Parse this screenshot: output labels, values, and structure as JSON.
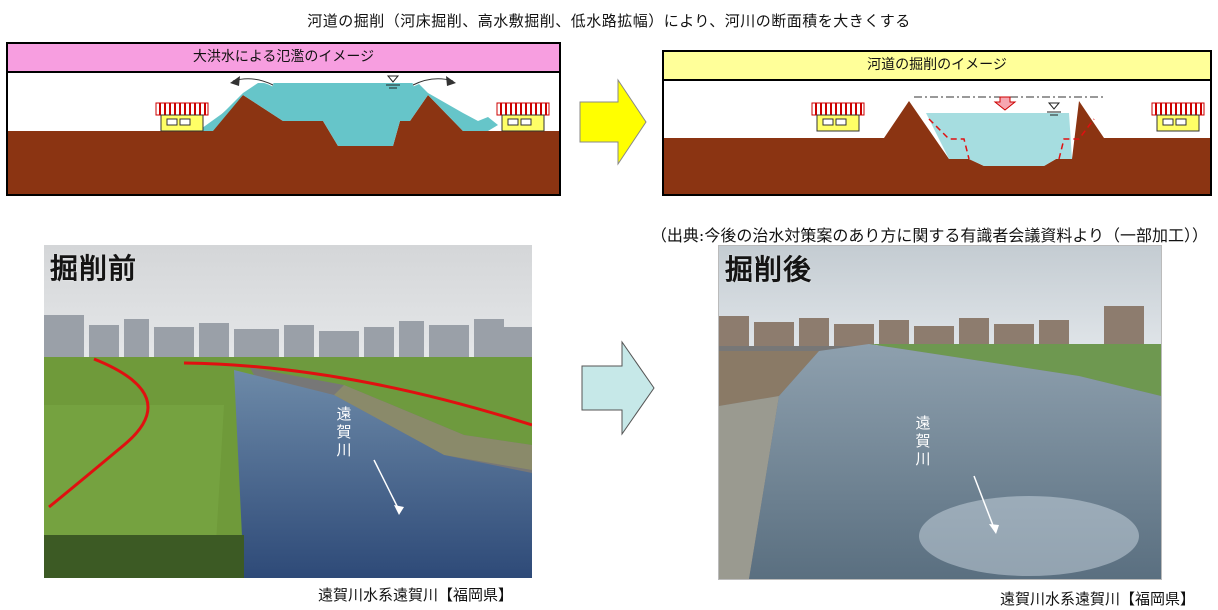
{
  "headline": "河道の掘削（河床掘削、高水敷掘削、低水路拡幅）により、河川の断面積を大きくする",
  "panels": {
    "left": {
      "title": "大洪水による氾濫のイメージ",
      "title_bg": "#f79ee0"
    },
    "right": {
      "title": "河道の掘削のイメージ",
      "title_bg": "#ffff99"
    }
  },
  "source_note": "（出典:今後の治水対策案のあり方に関する有識者会議資料より（一部加工））",
  "photos": {
    "before": {
      "label": "掘削前",
      "river_chars": [
        "遠",
        "賀",
        "川"
      ],
      "caption": "遠賀川水系遠賀川【福岡県】"
    },
    "after": {
      "label": "掘削後",
      "river_chars": [
        "遠",
        "賀",
        "川"
      ],
      "caption": "遠賀川水系遠賀川【福岡県】"
    }
  },
  "colors": {
    "soil": "#8b3412",
    "water": "#66c5c9",
    "yellow_arrow": "#ffff00",
    "cyan_arrow": "#c6e8e8",
    "red_line": "#e01010"
  }
}
